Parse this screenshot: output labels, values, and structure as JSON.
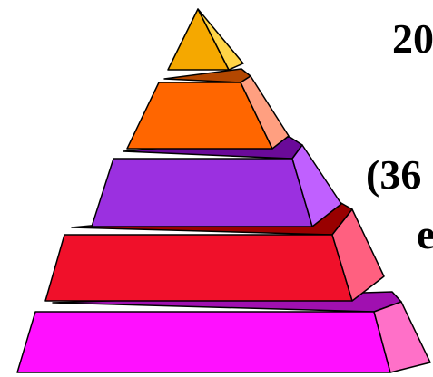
{
  "text_fragments": [
    {
      "id": "fragment-1",
      "text": "20"
    },
    {
      "id": "fragment-2",
      "text": "(36"
    },
    {
      "id": "fragment-3",
      "text": "e"
    }
  ],
  "tiers": [
    {
      "level": 1,
      "front": "#f5a800",
      "side": "#ffd447",
      "band": "#c98500"
    },
    {
      "level": 2,
      "front": "#ff6600",
      "side": "#ff9f80",
      "band": "#b34700"
    },
    {
      "level": 3,
      "front": "#9b30e0",
      "side": "#c060ff",
      "band": "#6a0a99"
    },
    {
      "level": 4,
      "front": "#f0102a",
      "side": "#ff6080",
      "band": "#990000"
    },
    {
      "level": 5,
      "front": "#ff10ff",
      "side": "#ff70c8",
      "band": "#a010b0"
    }
  ],
  "outline_color": "#000000"
}
